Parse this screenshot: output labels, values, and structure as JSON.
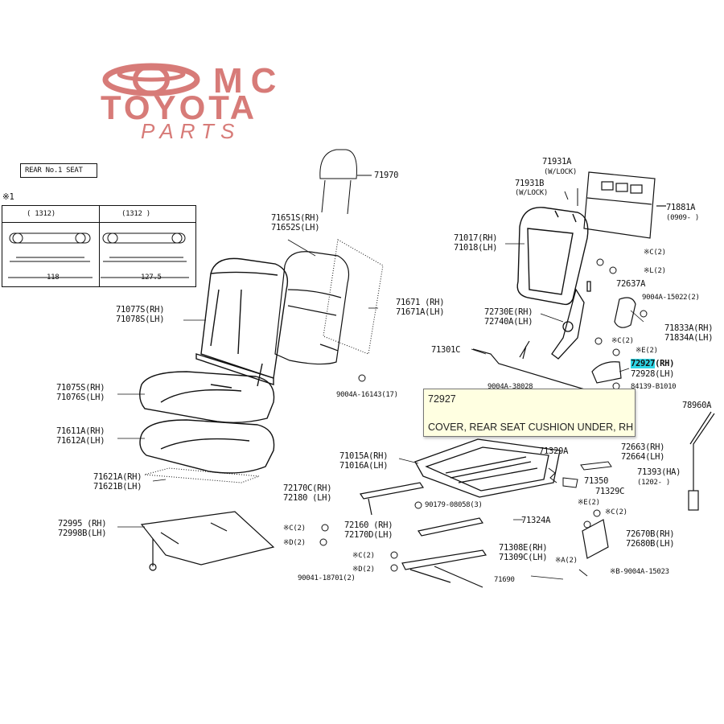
{
  "logo": {
    "line1": "MC",
    "line2": "TOYOTA",
    "line3": "PARTS"
  },
  "section_box": "REAR No.1 SEAT",
  "inset": {
    "mark": "※1",
    "left_head": "(      1312)",
    "right_head": "(1312      )",
    "left_dim": "118",
    "right_dim": "127.5"
  },
  "labels": {
    "p71970": "71970",
    "p71651s": "71651S(RH)",
    "p71652s": "71652S(LH)",
    "p71077s": "71077S(RH)",
    "p71078s": "71078S(LH)",
    "p71671": "71671  (RH)",
    "p71671a": "71671A(LH)",
    "p90044_16143": "9004A-16143(17)",
    "p71075s": "71075S(RH)",
    "p71076s": "71076S(LH)",
    "p71611a": "71611A(RH)",
    "p71612a": "71612A(LH)",
    "p71621a": "71621A(RH)",
    "p71621b": "71621B(LH)",
    "p72995": "72995  (RH)",
    "p72998b": "72998B(LH)",
    "p71931a": "71931A",
    "p71931a_sub": "(W/LOCK)",
    "p71931b": "71931B",
    "p71931b_sub": "(W/LOCK)",
    "p71881a": "71881A",
    "p71881a_sub": "(0909-      )",
    "p71017": "71017(RH)",
    "p71018": "71018(LH)",
    "c2_top": "※C(2)",
    "l2": "※L(2)",
    "p72637a": "72637A",
    "p90044_15022": "9004A-15022(2)",
    "p72730e": "72730E(RH)",
    "p72740a": "72740A(LH)",
    "p71833a": "71833A(RH)",
    "p71834a": "71834A(LH)",
    "c2_mid": "※C(2)",
    "e2_mid": "※E(2)",
    "p71301c": "71301C",
    "p72927": "72927",
    "p72927_rh": "(RH)",
    "p72928": "72928(LH)",
    "p90044_38028": "9004A-38028",
    "p84139": "84139-B1010",
    "p78960a": "78960A",
    "p72663": "72663(RH)",
    "p72664": "72664(LH)",
    "p71329a": "71329A",
    "p71393": "71393(HA)",
    "p71393_sub": "(1202-      )",
    "p71350": "71350",
    "p71329c": "71329C",
    "p71015a": "71015A(RH)",
    "p71016a": "71016A(LH)",
    "p72170c": "72170C(RH)",
    "p72180": "72180  (LH)",
    "p90179": "90179-08058(3)",
    "p71324a": "71324A",
    "e2_bot": "※E(2)",
    "c2_bot": "※C(2)",
    "p72670b": "72670B(RH)",
    "p72680b": "72680B(LH)",
    "p72160": "72160  (RH)",
    "p72170d": "72170D(LH)",
    "c2_left": "※C(2)",
    "d2_left": "※D(2)",
    "d2_mid": "※D(2)",
    "c2_mid2": "※C(2)",
    "p71308e": "71308E(RH)",
    "p71309c": "71309C(LH)",
    "a2": "※A(2)",
    "b_9004": "※B-9004A-15023",
    "p90041": "90041-18701(2)",
    "p71690": "71690"
  },
  "tooltip": {
    "part_no": "72927",
    "description": "COVER, REAR SEAT CUSHION UNDER, RH"
  }
}
